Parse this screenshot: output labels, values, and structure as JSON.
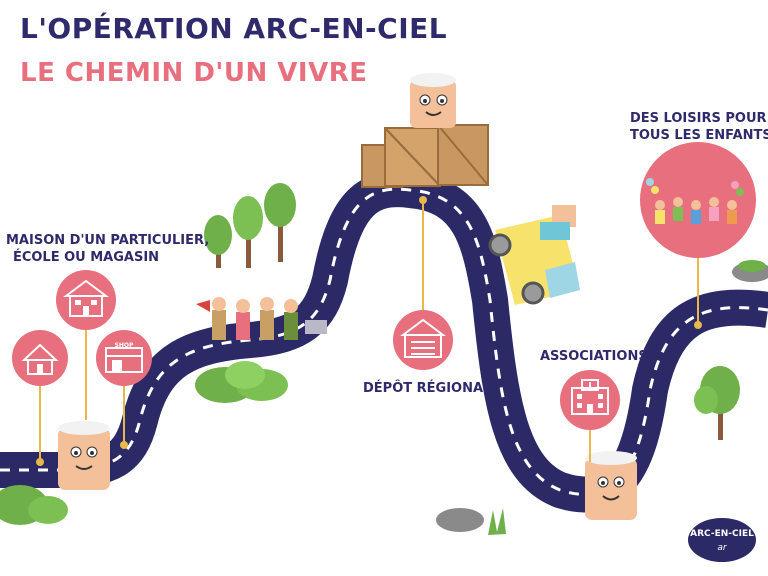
{
  "title": "L'OPÉRATION ARC-EN-CIEL",
  "subtitle": "LE CHEMIN D'UN VIVRE",
  "stops": {
    "origin": {
      "line1": "MAISON D'UN PARTICULIER,",
      "line2": "ÉCOLE OU MAGASIN",
      "shop_sign": "SHOP"
    },
    "depot": {
      "label": "DÉPÔT RÉGIONAL"
    },
    "associations": {
      "label": "ASSOCIATIONS"
    },
    "leisure": {
      "line1": "DES LOISIRS POUR",
      "line2": "TOUS LES ENFANTS"
    }
  },
  "logo": {
    "line1": "ARC-EN-CIEL",
    "line2": "ar"
  },
  "colors": {
    "navy": "#2e2a6b",
    "pink": "#e86f7e",
    "road": "#2b2a66",
    "gold": "#e8b84a"
  },
  "icons": [
    "house-icon",
    "school-icon",
    "shop-icon",
    "warehouse-icon",
    "hospital-icon",
    "children-icon",
    "tree-icon",
    "bush-icon",
    "crate-icon",
    "mascot-icon",
    "van-icon",
    "logo-icon"
  ]
}
